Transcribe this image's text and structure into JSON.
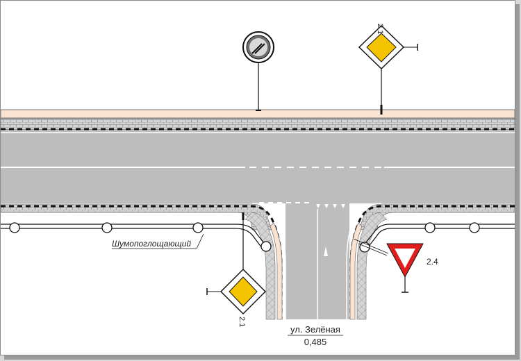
{
  "labels": {
    "street_name": "ул. Зелёная",
    "chainage": "0,485",
    "noise_barrier": "Шумопоглощающий",
    "sign_priority_top": "2.1",
    "sign_priority_bottom": "2.1",
    "sign_yield": "2.4"
  },
  "colors": {
    "road": "#bdbdbd",
    "sidewalk": "#fbe3d2",
    "priority_fill": "#f5c400",
    "yield_red": "#e01e1e",
    "paver": "#c9c9c9"
  },
  "signs": {
    "no_stopping": "no-stopping-end-sign",
    "priority": "priority-road-sign",
    "yield": "yield-sign"
  }
}
